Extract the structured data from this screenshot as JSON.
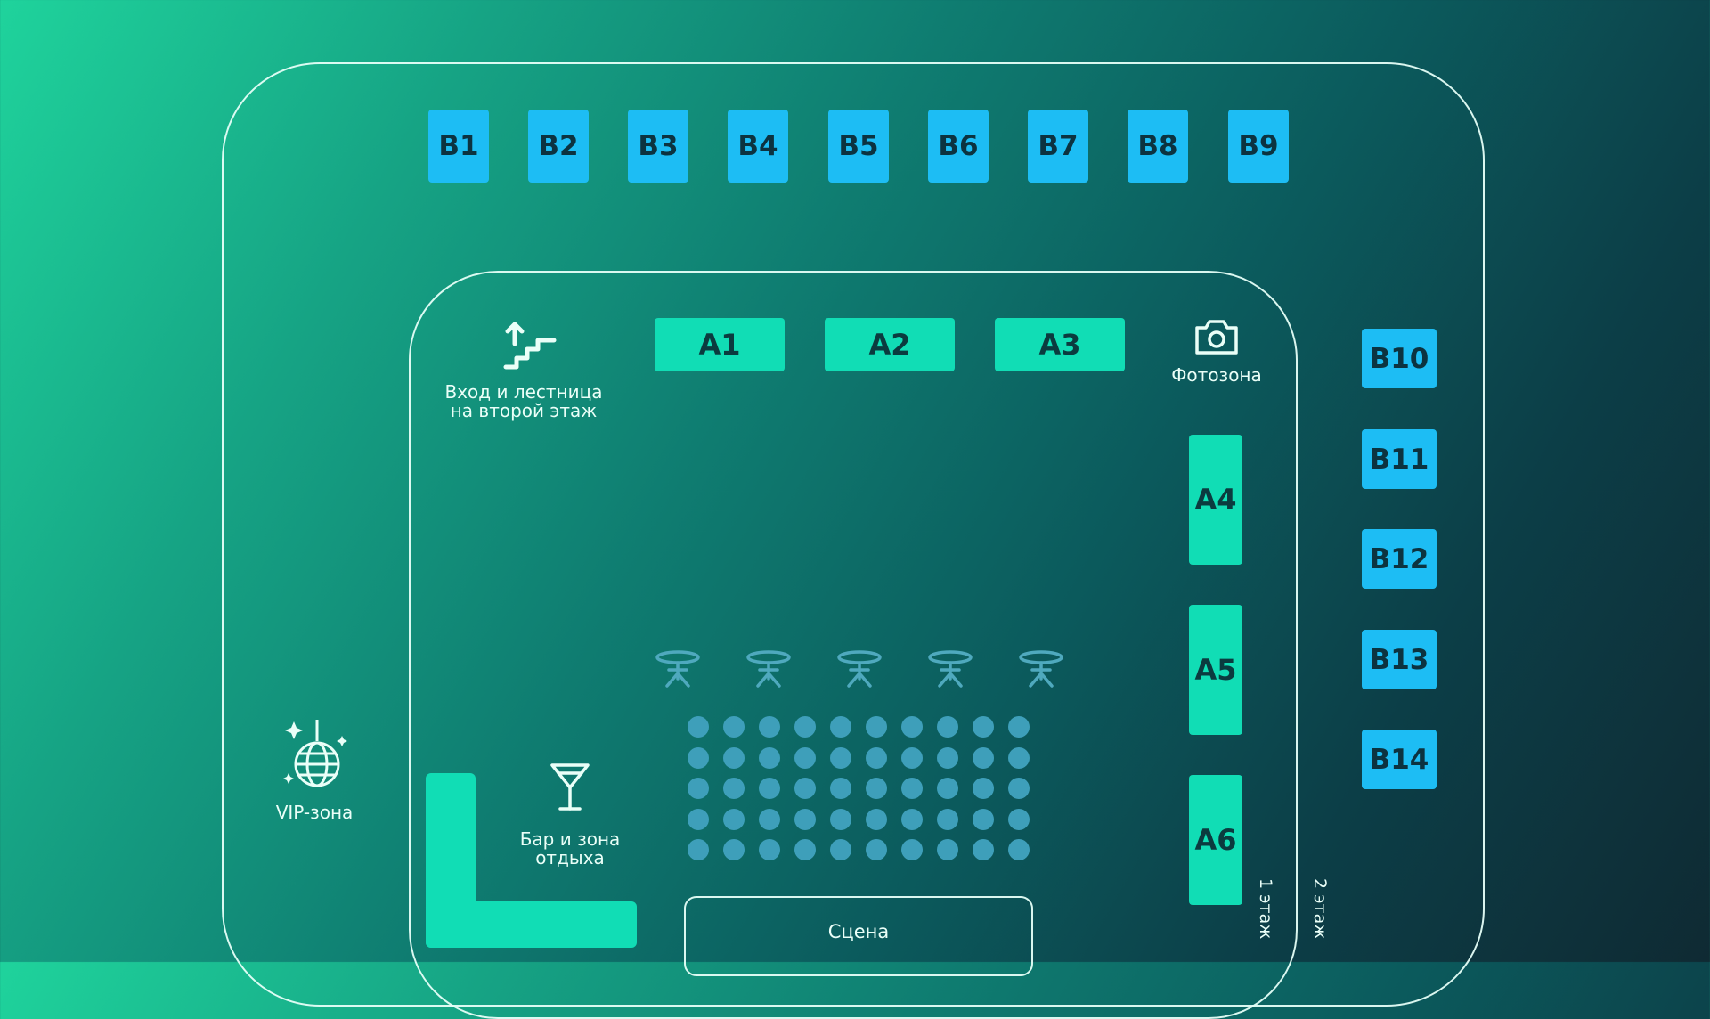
{
  "floor2_tables": [
    "B1",
    "B2",
    "B3",
    "B4",
    "B5",
    "B6",
    "B7",
    "B8",
    "B9"
  ],
  "floor2_side_tables": [
    "B10",
    "B11",
    "B12",
    "B13",
    "B14"
  ],
  "floor1_top_tables": [
    "A1",
    "A2",
    "A3"
  ],
  "floor1_side_tables": [
    "A4",
    "A5",
    "A6"
  ],
  "zones": {
    "entrance_line1": "Вход и лестница",
    "entrance_line2": "на второй этаж",
    "photo": "Фотозона",
    "vip": "VIP-зона",
    "bar_line1": "Бар и зона",
    "bar_line2": "отдыха",
    "stage": "Сцена"
  },
  "floors": {
    "first": "1 этаж",
    "second": "2 этаж"
  },
  "icons": {
    "entrance": "stairs-icon",
    "photo": "camera-icon",
    "vip": "disco-ball-icon",
    "bar": "cocktail-icon",
    "high_table": "bar-table-icon"
  },
  "colors": {
    "floor2_table": "#1dbdf4",
    "floor1_table": "#11ddb5",
    "seat": "#3e9fba"
  },
  "seating": {
    "rows": 5,
    "columns": 10,
    "high_tables": 5
  }
}
